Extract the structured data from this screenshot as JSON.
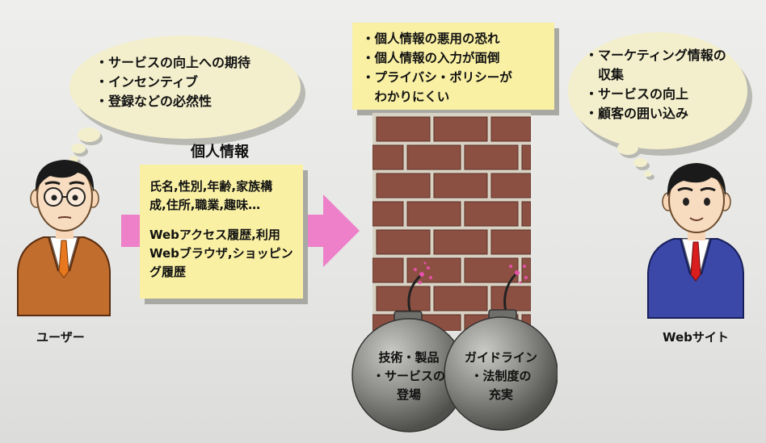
{
  "user_bubble": {
    "lines": [
      "・サービスの向上への期待",
      "・インセンティブ",
      "・登録などの必然性"
    ]
  },
  "site_bubble": {
    "lines": [
      "・マーケティング情報の",
      "　収集",
      "・サービスの向上",
      "・顧客の囲い込み"
    ]
  },
  "concerns_box": {
    "lines": [
      "・個人情報の悪用の恐れ",
      "・個人情報の入力が面倒",
      "・プライバシ・ポリシーが",
      "　わかりにくい"
    ]
  },
  "info_title": "個人情報",
  "info_box": {
    "lines": [
      "氏名,性別,年齢,家族構",
      "成,住所,職業,趣味…",
      "",
      "Webアクセス履歴,利用",
      "Webブラウザ,ショッピン",
      "グ履歴"
    ]
  },
  "user_label": "ユーザー",
  "site_label": "Webサイト",
  "bomb_left": {
    "lines": [
      "技術・製品",
      "・サービスの",
      "登場"
    ]
  },
  "bomb_right": {
    "lines": [
      "ガイドライン",
      "・法制度の",
      "充実"
    ]
  },
  "colors": {
    "bubble": "#f3efcc",
    "yellow_box": "#f9f0a4",
    "brick": "#8c5043",
    "mortar": "#d8d2c4",
    "arrow": "#ee7fc9",
    "bomb": "#8a8a86",
    "user_suit": "#c06d2e",
    "site_suit": "#3c48a8"
  }
}
